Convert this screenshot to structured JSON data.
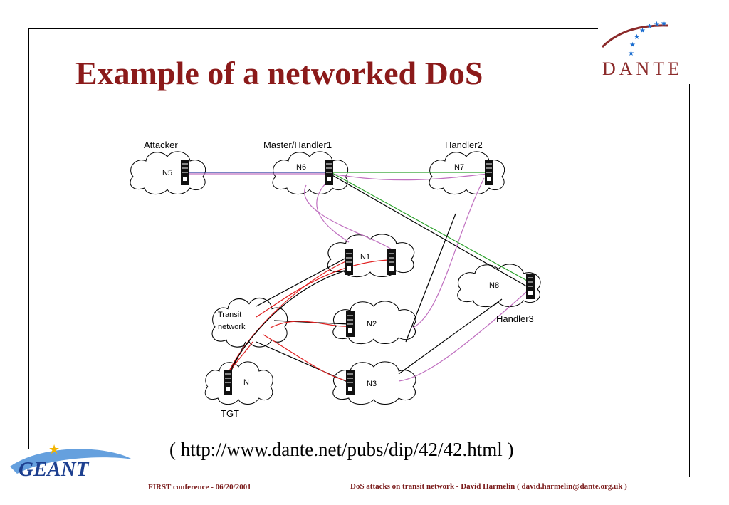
{
  "title": "Example of a networked DoS",
  "logo": {
    "dante_text": "DANTE",
    "geant_text": "GEANT"
  },
  "diagram": {
    "attacker_label": "Attacker",
    "master_label": "Master/Handler1",
    "handler2_label": "Handler2",
    "handler3_label": "Handler3",
    "transit_label_line1": "Transit",
    "transit_label_line2": "network",
    "tgt_label": "TGT",
    "nodes": {
      "n5": "N5",
      "n6": "N6",
      "n7": "N7",
      "n8": "N8",
      "n1": "N1",
      "n2": "N2",
      "n3": "N3",
      "n": "N"
    },
    "link_colors": {
      "blue": "#2b3fa0",
      "green": "#2aa02a",
      "pink": "#c070c0",
      "red": "#e02020",
      "black": "#000000"
    }
  },
  "url_text": "( http://www.dante.net/pubs/dip/42/42.html )",
  "footer": {
    "left": "FIRST conference - 06/20/2001",
    "right": "DoS attacks on transit network - David Harmelin ( david.harmelin@dante.org.uk )"
  }
}
